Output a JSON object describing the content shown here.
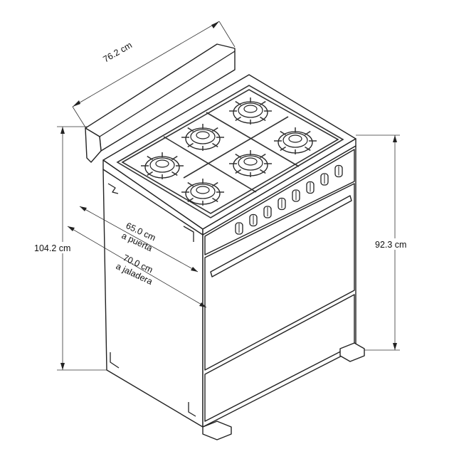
{
  "title": "Stove dimensions diagram",
  "dimensions": {
    "width": "76.2 cm",
    "total_height": "104.2 cm",
    "cooktop_height": "92.3 cm",
    "depth_door_value": "65.0 cm",
    "depth_door_label": "a puerta",
    "depth_handle_value": "70.0 cm",
    "depth_handle_label": "a jaladera"
  }
}
